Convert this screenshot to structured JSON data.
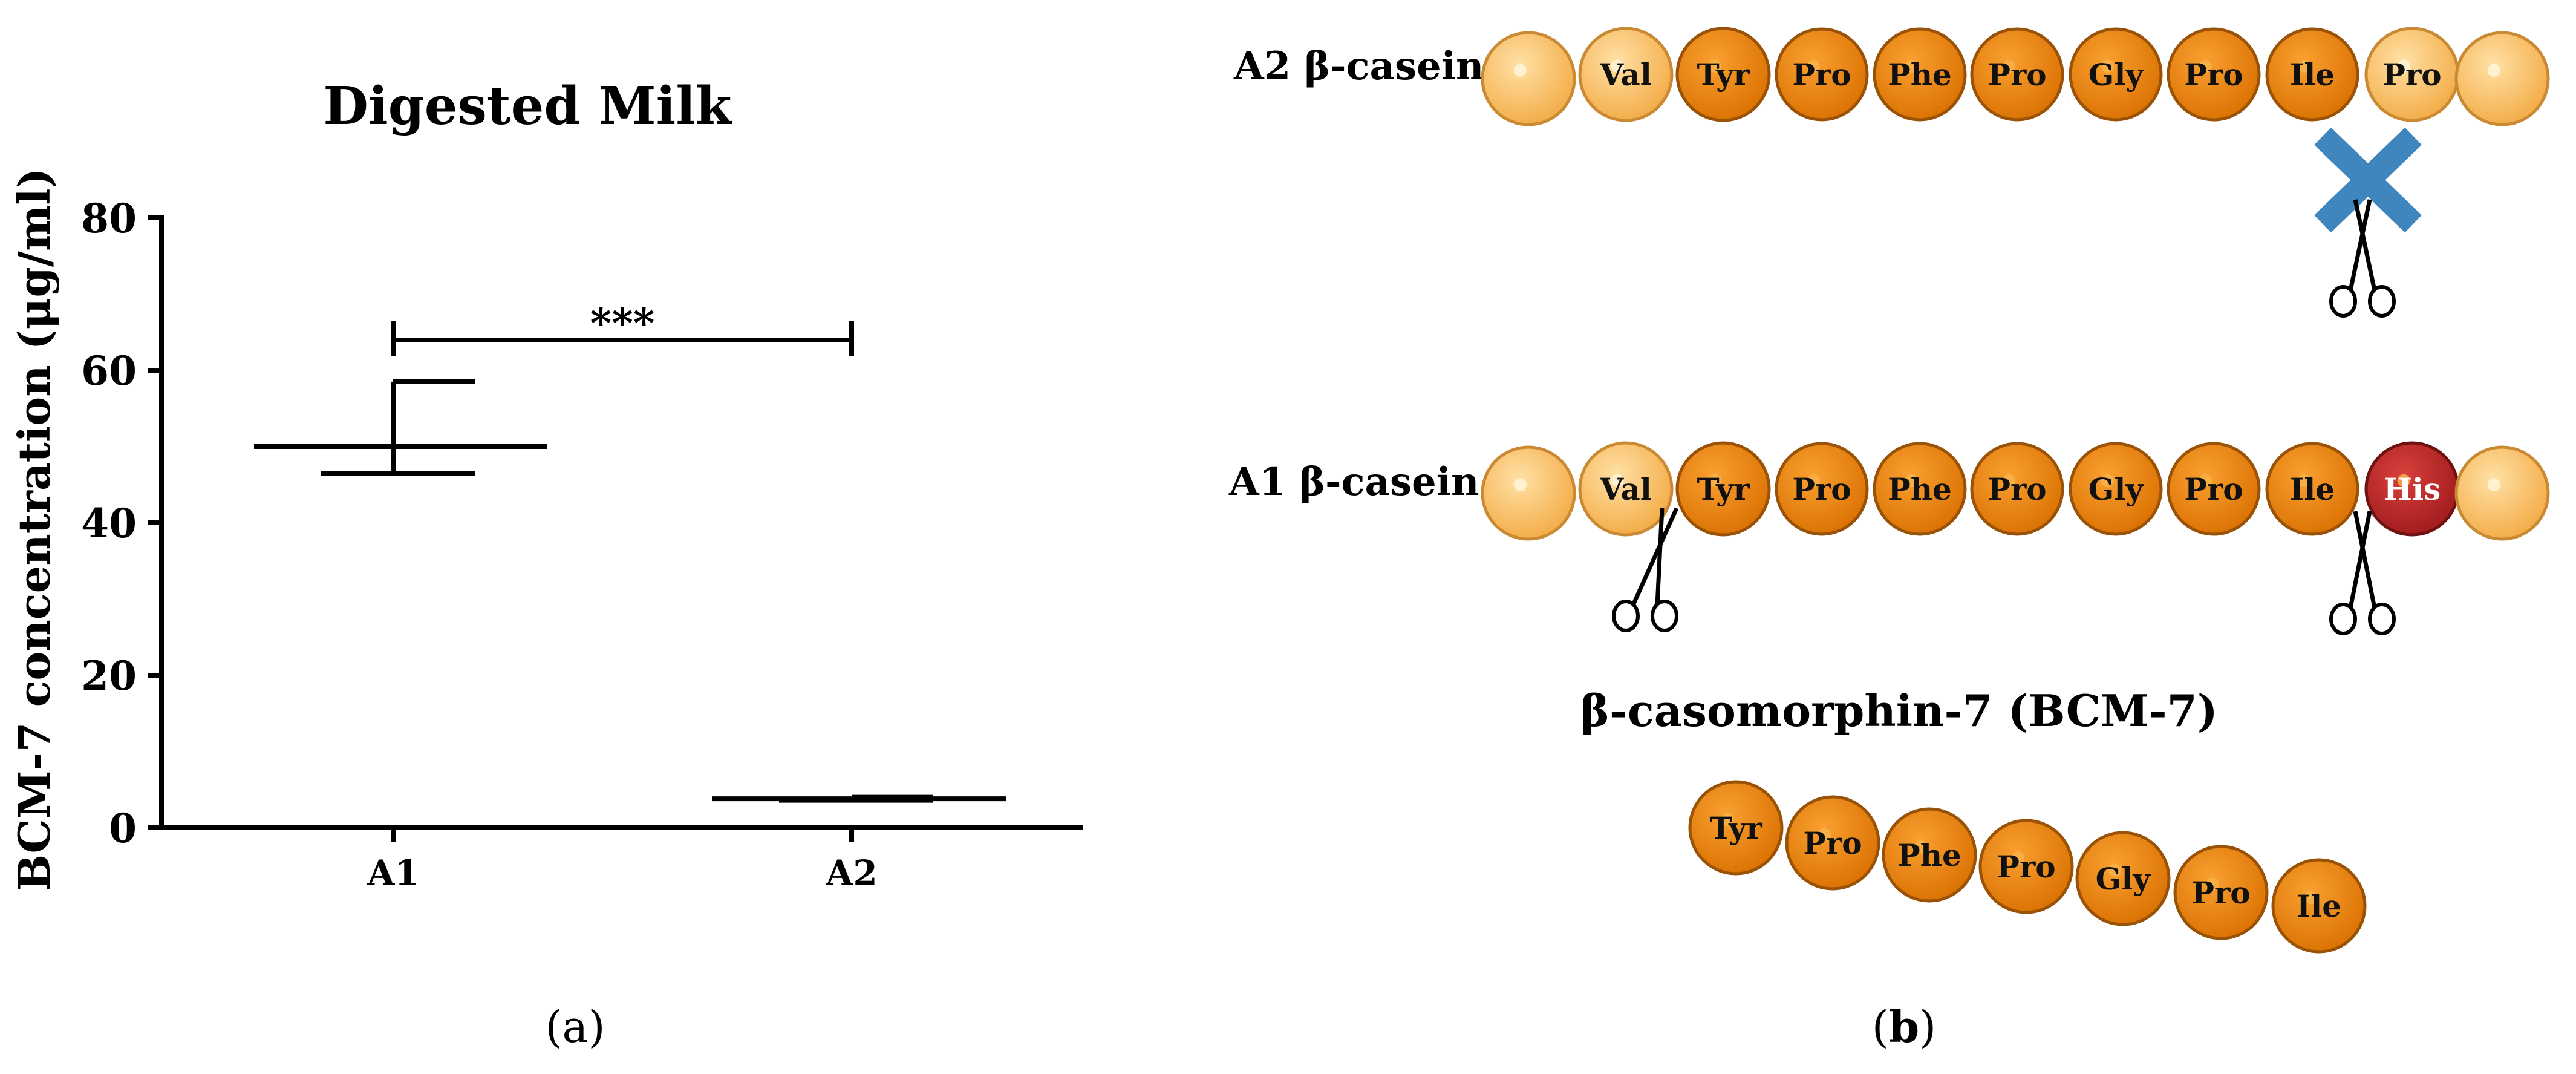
{
  "panel_a": {
    "caption_open": "(",
    "caption_letter": "a",
    "caption_close": ")",
    "significance": "***"
  },
  "panel_b": {
    "caption_open": "(",
    "caption_letter": "b",
    "caption_close": ")",
    "a2_label": "A2 β-casein",
    "a1_label": "A1 β-casein",
    "bcm_title": "β-casomorphin-7 (BCM-7)",
    "a2_chain": [
      "",
      "Val",
      "Tyr",
      "Pro",
      "Phe",
      "Pro",
      "Gly",
      "Pro",
      "Ile",
      "Pro",
      ""
    ],
    "a1_chain": [
      "",
      "Val",
      "Tyr",
      "Pro",
      "Phe",
      "Pro",
      "Gly",
      "Pro",
      "Ile",
      "His",
      ""
    ],
    "bcm_chain": [
      "Tyr",
      "Pro",
      "Phe",
      "Pro",
      "Gly",
      "Pro",
      "Ile"
    ],
    "colors": {
      "light_bead": "#FBC265",
      "light_bead_edge": "#C98A33",
      "orange_bead": "#F08A12",
      "orange_bead_edge": "#9A5206",
      "red_bead": "#C62B2B",
      "red_bead_edge": "#6E1212",
      "blue_cross": "#3F86BF"
    }
  },
  "chart_data": {
    "type": "scatter",
    "title": "Digested Milk",
    "xlabel": "",
    "ylabel": "BCM-7 concentration (μg/ml)",
    "categories": [
      "A1",
      "A2"
    ],
    "ylim": [
      0,
      80
    ],
    "yticks": [
      "0",
      "20",
      "40",
      "60",
      "80"
    ],
    "grid": false,
    "series": [
      {
        "category": "A1",
        "mean": 50,
        "upper": 58.5,
        "lower": 46.5
      },
      {
        "category": "A2",
        "mean": 3.8,
        "upper": 4.0,
        "lower": 3.6
      }
    ]
  }
}
